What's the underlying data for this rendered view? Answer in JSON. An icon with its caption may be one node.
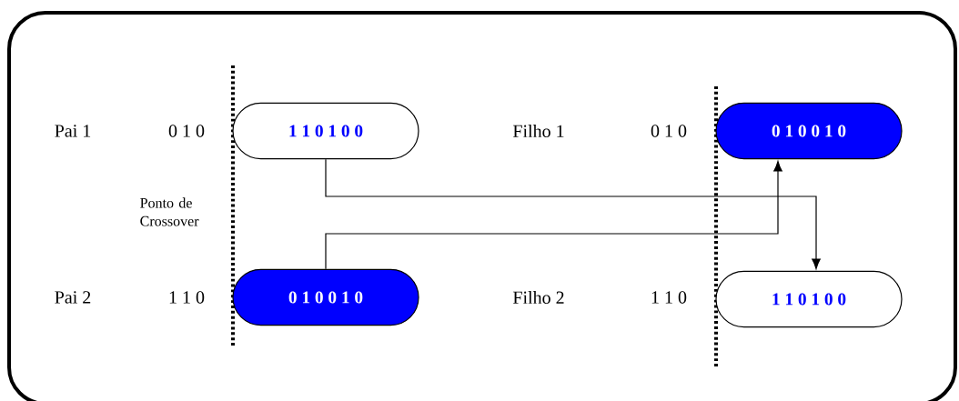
{
  "diagram": {
    "nodes": [
      {
        "text": [
          "1 1 0 1 0 0"
        ]
      },
      {
        "text": [
          "0 1 0 0 1 0"
        ]
      },
      {
        "text": [
          "0 1 0 0 1 0"
        ]
      },
      {
        "text": [
          "1 1 0 1 0 0"
        ]
      }
    ],
    "edges": [
      {
        "from": 0,
        "to": 3,
        "arrow": "to"
      },
      {
        "from": 2,
        "to": 1,
        "arrow": "to"
      }
    ],
    "labels": [
      "Pai 1",
      "0 1 0",
      "Filho 1",
      "0 1 0",
      "Ponto de Crossover",
      "Pai 2",
      "1 1 0",
      "Filho 2",
      "1 1 0"
    ]
  }
}
